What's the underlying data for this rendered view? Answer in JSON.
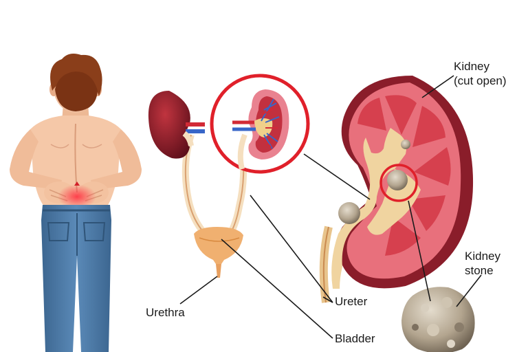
{
  "labels": {
    "kidney_line1": "Kidney",
    "kidney_line2": "(cut open)",
    "stone_line1": "Kidney",
    "stone_line2": "stone",
    "urethra": "Urethra",
    "ureter": "Ureter",
    "bladder": "Bladder"
  },
  "colors": {
    "skin": "#f5c8a8",
    "hair": "#8a3e1a",
    "jeans": "#4a7aa8",
    "kidney_outer": "#8a1d2a",
    "kidney_cortex": "#e8707c",
    "highlight_ring": "#e0202a",
    "urine_tan": "#e8c48c",
    "stone": "#a89a88"
  }
}
